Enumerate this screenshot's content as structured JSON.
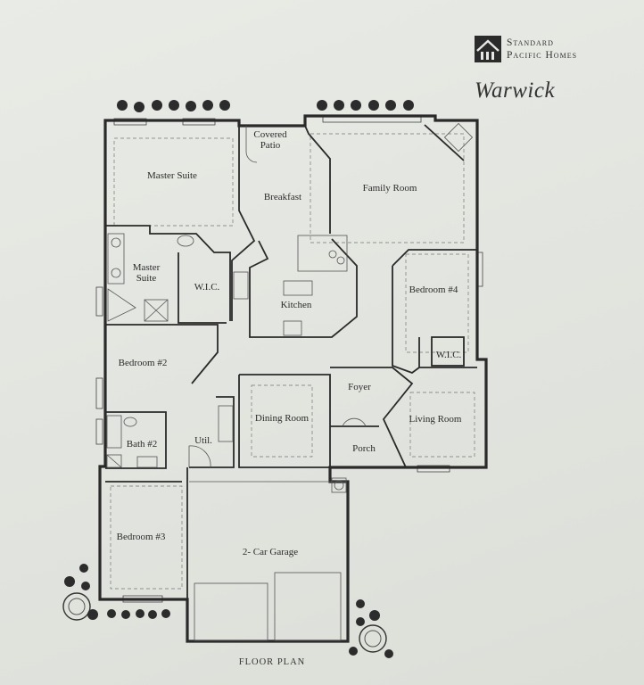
{
  "brand": {
    "line1": "Standard",
    "line2": "Pacific Homes"
  },
  "model_name": "Warwick",
  "caption": "FLOOR PLAN",
  "rooms": {
    "covered_patio_1": "Covered",
    "covered_patio_2": "Patio",
    "master_suite": "Master Suite",
    "breakfast": "Breakfast",
    "family_room": "Family Room",
    "master_bath_1": "Master",
    "master_bath_2": "Suite",
    "wic_master": "W.I.C.",
    "kitchen": "Kitchen",
    "bedroom4": "Bedroom #4",
    "wic_bed4": "W.I.C.",
    "bedroom2": "Bedroom #2",
    "foyer": "Foyer",
    "dining": "Dining Room",
    "living": "Living Room",
    "bath2": "Bath #2",
    "util": "Util.",
    "porch": "Porch",
    "bedroom3": "Bedroom #3",
    "garage": "2- Car Garage"
  }
}
